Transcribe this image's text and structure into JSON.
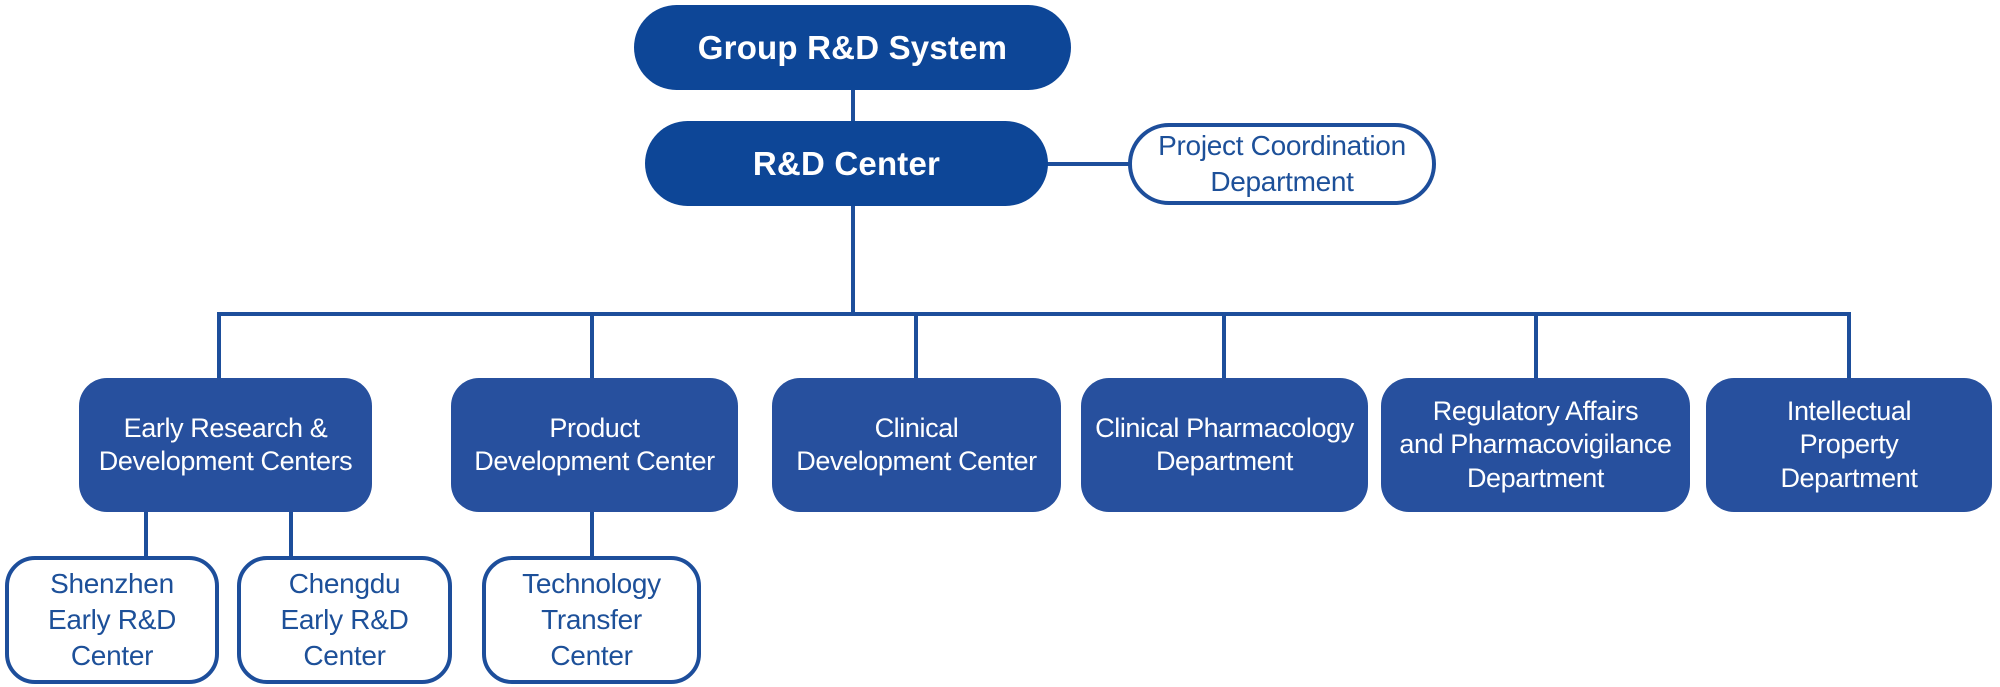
{
  "colors": {
    "pill_fill": "#0d4697",
    "department_fill": "#27509e",
    "connector_line": "#1d4e9b",
    "outlined_box_text": "#1d5099",
    "department_text": "#ffffff",
    "background": "#ffffff"
  },
  "org_chart": {
    "root": {
      "label": "Group R&D System"
    },
    "rnd_center": {
      "label": "R&D Center"
    },
    "project_coordination": {
      "label": "Project Coordination\nDepartment"
    },
    "departments": [
      {
        "label": "Early Research &\nDevelopment Centers",
        "children": [
          {
            "label": "Shenzhen\nEarly R&D\nCenter"
          },
          {
            "label": "Chengdu\nEarly R&D\nCenter"
          }
        ]
      },
      {
        "label": "Product\nDevelopment Center",
        "children": [
          {
            "label": "Technology\nTransfer\nCenter"
          }
        ]
      },
      {
        "label": "Clinical\nDevelopment Center",
        "children": []
      },
      {
        "label": "Clinical Pharmacology\nDepartment",
        "children": []
      },
      {
        "label": "Regulatory Affairs\nand Pharmacovigilance\nDepartment",
        "children": []
      },
      {
        "label": "Intellectual\nProperty\nDepartment",
        "children": []
      }
    ]
  }
}
